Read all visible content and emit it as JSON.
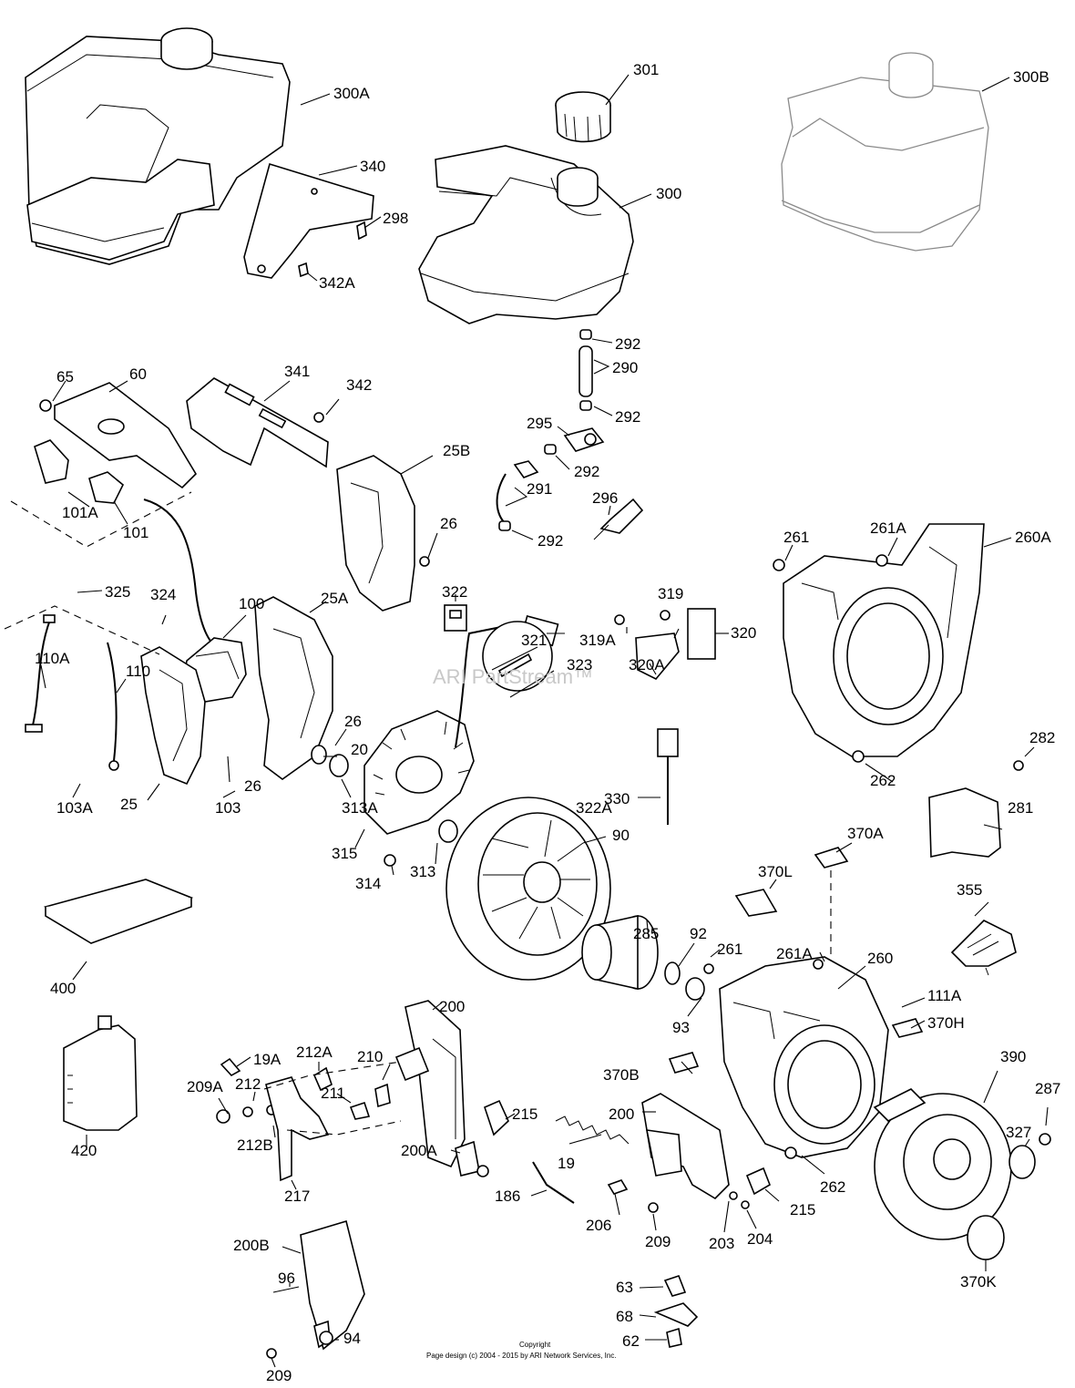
{
  "diagram": {
    "watermark": "ARI PartStream™",
    "copyright_line1": "Copyright",
    "copyright_line2": "Page design (c) 2004 - 2015 by ARI Network Services, Inc."
  },
  "labels": {
    "l300A": "300A",
    "l301": "301",
    "l300B": "300B",
    "l340": "340",
    "l298": "298",
    "l300": "300",
    "l342A": "342A",
    "l292a": "292",
    "l290": "290",
    "l292b": "292",
    "l295": "295",
    "l292c": "292",
    "l291": "291",
    "l292d": "292",
    "l296": "296",
    "l65": "65",
    "l60": "60",
    "l341": "341",
    "l342": "342",
    "l25B": "25B",
    "l101A": "101A",
    "l101": "101",
    "l26a": "26",
    "l261a": "261",
    "l261Aa": "261A",
    "l260A": "260A",
    "l325": "325",
    "l324": "324",
    "l100": "100",
    "l25A": "25A",
    "l322": "322",
    "l321": "321",
    "l319": "319",
    "l319A": "319A",
    "l320": "320",
    "l320A": "320A",
    "l110A": "110A",
    "l110": "110",
    "l26b": "26",
    "l20": "20",
    "l323": "323",
    "l103A": "103A",
    "l103": "103",
    "l313A": "313A",
    "l322A": "322A",
    "l262a": "262",
    "l282": "282",
    "l25": "25",
    "l26c": "26",
    "l330": "330",
    "l90": "90",
    "l281": "281",
    "l315": "315",
    "l313": "313",
    "l314": "314",
    "l370A": "370A",
    "l370L": "370L",
    "l355": "355",
    "l400": "400",
    "l285": "285",
    "l92": "92",
    "l261b": "261",
    "l261Ab": "261A",
    "l260": "260",
    "l111A": "111A",
    "l93": "93",
    "l370H": "370H",
    "l200a": "200",
    "l390": "390",
    "l420": "420",
    "l19A": "19A",
    "l212A": "212A",
    "l210": "210",
    "l209A": "209A",
    "l212": "212",
    "l211": "211",
    "l215a": "215",
    "l370B": "370B",
    "l200b": "200",
    "l287": "287",
    "l212B": "212B",
    "l200A": "200A",
    "l327": "327",
    "l19": "19",
    "l262b": "262",
    "l217": "217",
    "l186": "186",
    "l215b": "215",
    "l206": "206",
    "l209a": "209",
    "l203": "203",
    "l204": "204",
    "l370K": "370K",
    "l200B": "200B",
    "l96": "96",
    "l63": "63",
    "l68": "68",
    "l94": "94",
    "l62": "62",
    "l209b": "209"
  }
}
